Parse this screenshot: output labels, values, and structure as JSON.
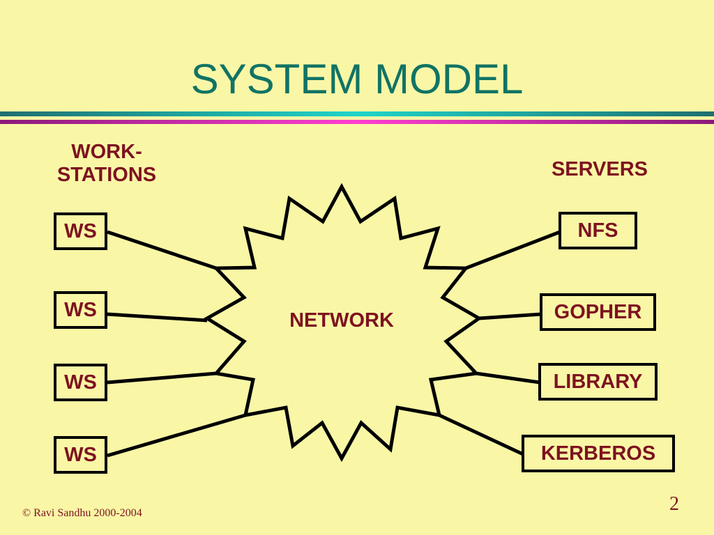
{
  "slide": {
    "title": "SYSTEM MODEL",
    "footer": "© Ravi Sandhu 2000-2004",
    "page_number": "2"
  },
  "diagram": {
    "workstations_heading_line1": "WORK-",
    "workstations_heading_line2": "STATIONS",
    "servers_heading": "SERVERS",
    "network_label": "NETWORK",
    "workstations": [
      "WS",
      "WS",
      "WS",
      "WS"
    ],
    "servers": [
      "NFS",
      "GOPHER",
      "LIBRARY",
      "KERBEROS"
    ]
  },
  "colors": {
    "background": "#f9f7a6",
    "title": "#117364",
    "label": "#7d1220"
  }
}
